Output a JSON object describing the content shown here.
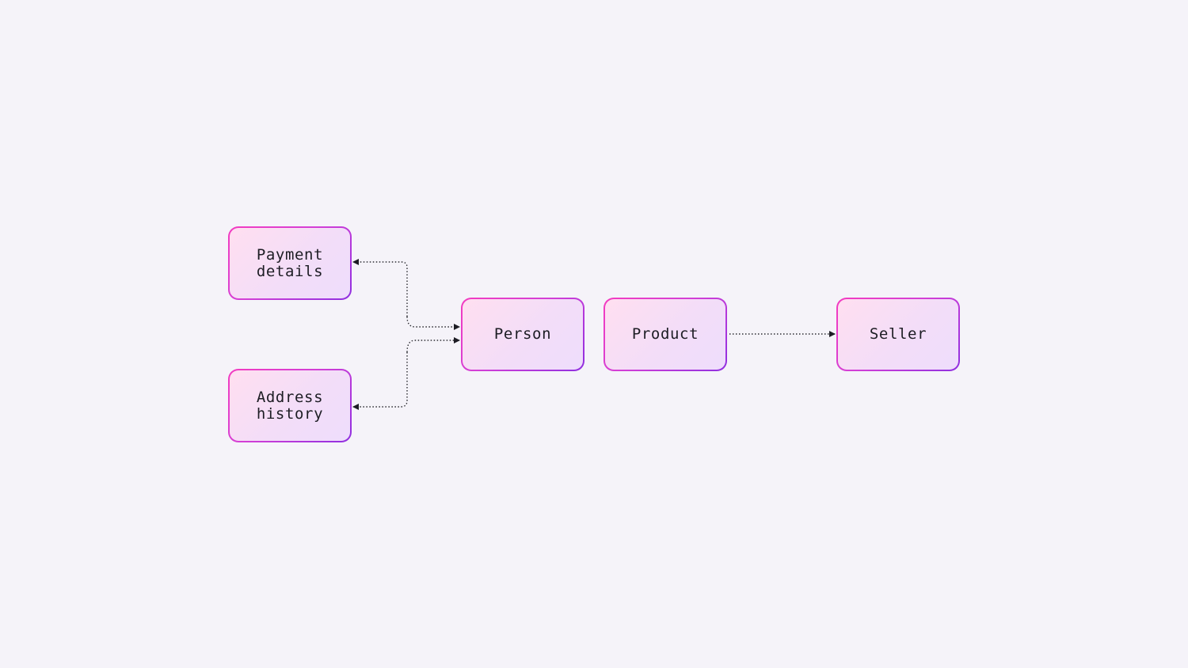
{
  "diagram": {
    "nodes": {
      "payment_details": {
        "label": "Payment\ndetails"
      },
      "address_history": {
        "label": "Address\nhistory"
      },
      "person": {
        "label": "Person"
      },
      "product": {
        "label": "Product"
      },
      "seller": {
        "label": "Seller"
      }
    },
    "edges": [
      {
        "from": "person",
        "to": "payment_details",
        "style": "dotted"
      },
      {
        "from": "person",
        "to": "address_history",
        "style": "dotted"
      },
      {
        "from": "payment_details",
        "to": "person",
        "style": "dotted"
      },
      {
        "from": "address_history",
        "to": "person",
        "style": "dotted"
      },
      {
        "from": "product",
        "to": "seller",
        "style": "dotted"
      }
    ],
    "colors": {
      "background": "#f5f3f9",
      "node_border_start": "#f43cc0",
      "node_border_end": "#8f2fe0",
      "node_fill_start": "#ffdff0",
      "node_fill_end": "#eeddfc",
      "text": "#1d1d24",
      "connector": "#2a2a30"
    }
  }
}
